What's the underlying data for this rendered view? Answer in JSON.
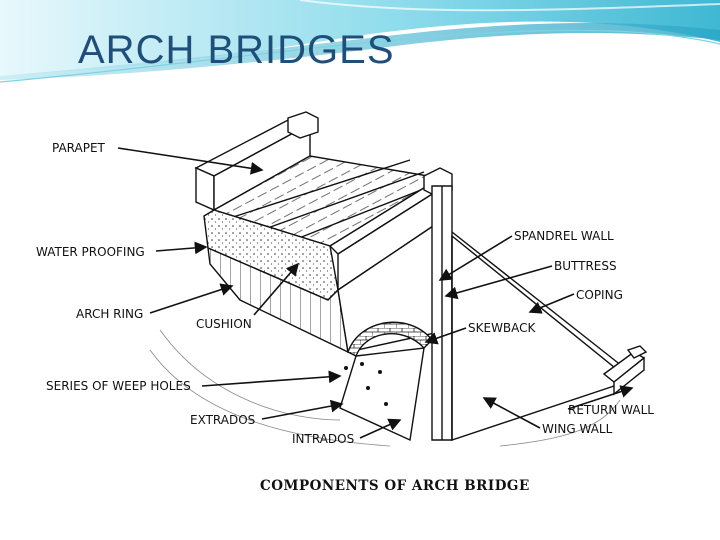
{
  "slide": {
    "title": "ARCH  BRIDGES",
    "accent_color": "#1f4e79",
    "header_colors": [
      "#3fb8d3",
      "#6fd0e6",
      "#c9eef6"
    ]
  },
  "diagram": {
    "caption": "COMPONENTS OF ARCH BRIDGE",
    "labels": {
      "parapet": "PARAPET",
      "water_proofing": "WATER PROOFING",
      "arch_ring": "ARCH RING",
      "cushion": "CUSHION",
      "weep_holes": "SERIES OF WEEP HOLES",
      "extrados": "EXTRADOS",
      "intrados": "INTRADOS",
      "spandrel_wall": "SPANDREL WALL",
      "buttress": "BUTTRESS",
      "coping": "COPING",
      "skewback": "SKEWBACK",
      "return_wall": "RETURN WALL",
      "wing_wall": "WING WALL"
    }
  }
}
